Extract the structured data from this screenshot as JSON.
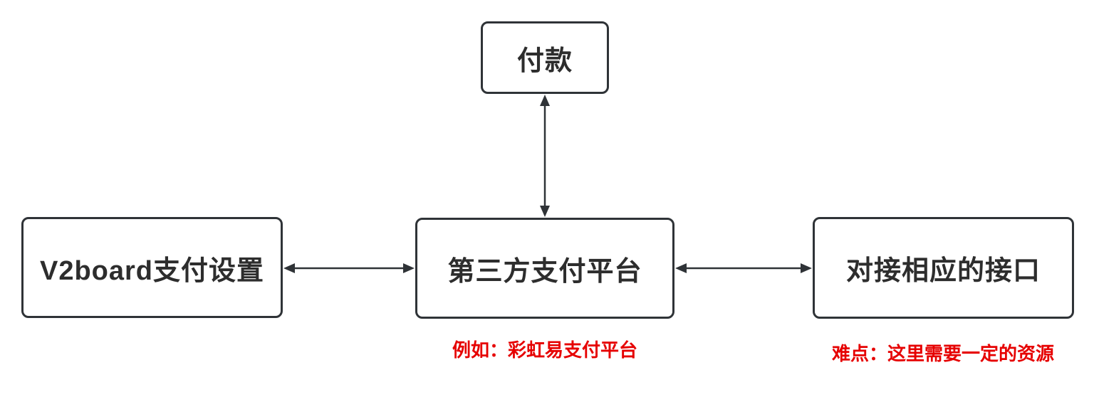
{
  "diagram_title": "payment-integration-flow",
  "colors": {
    "stroke": "#2f3337",
    "text": "#2d2d2d",
    "annotation": "#e60000",
    "background": "#ffffff"
  },
  "nodes": {
    "payment": {
      "label": "付款"
    },
    "v2board": {
      "label": "V2board支付设置"
    },
    "platform": {
      "label": "第三方支付平台"
    },
    "interface": {
      "label": "对接相应的接口"
    }
  },
  "connectors": [
    {
      "from": "payment",
      "to": "platform",
      "direction": "bidirectional",
      "orientation": "vertical"
    },
    {
      "from": "v2board",
      "to": "platform",
      "direction": "bidirectional",
      "orientation": "horizontal"
    },
    {
      "from": "platform",
      "to": "interface",
      "direction": "bidirectional",
      "orientation": "horizontal"
    }
  ],
  "annotations": {
    "platform_note": "例如：彩虹易支付平台",
    "interface_note": "难点：这里需要一定的资源"
  }
}
